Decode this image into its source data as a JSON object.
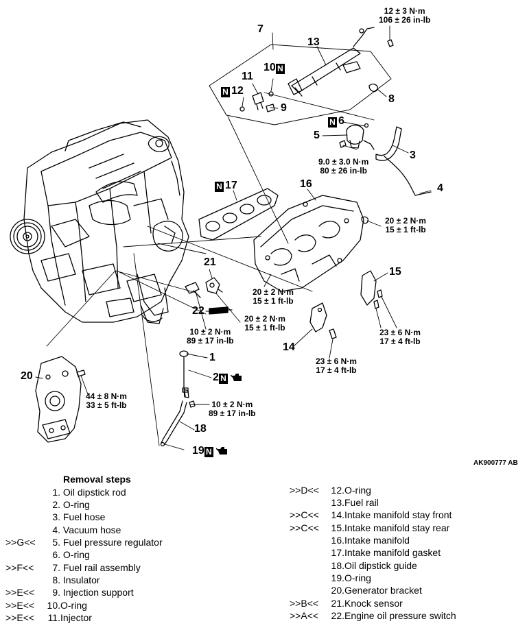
{
  "callouts": {
    "c1": "1",
    "c2": "2",
    "c3": "3",
    "c4": "4",
    "c5": "5",
    "c6": "6",
    "c7": "7",
    "c8": "8",
    "c9": "9",
    "c10": "10",
    "c11": "11",
    "c12": "12",
    "c13": "13",
    "c14": "14",
    "c15": "15",
    "c16": "16",
    "c17": "17",
    "c18": "18",
    "c19": "19",
    "c20": "20",
    "c21": "21",
    "c22": "22",
    "n_mark": "N"
  },
  "torques": {
    "t_top": [
      "12 ± 3 N·m",
      "106 ± 26 in-lb"
    ],
    "t_reg": [
      "9.0 ± 3.0 N·m",
      "80 ± 26 in-lb"
    ],
    "t_manifold_right": [
      "20 ± 2 N·m",
      "15 ± 1 ft-lb"
    ],
    "t_manifold_mid": [
      "20 ± 2 N·m",
      "15 ± 1 ft-lb"
    ],
    "t_knock": [
      "20 ± 2 N·m",
      "15 ± 1 ft-lb"
    ],
    "t_switch": [
      "10 ± 2 N·m",
      "89 ± 17 in-lb"
    ],
    "t_stay_rear": [
      "23 ± 6 N·m",
      "17 ± 4 ft-lb"
    ],
    "t_stay_front": [
      "23 ± 6 N·m",
      "17 ± 4 ft-lb"
    ],
    "t_bracket": [
      "44 ± 8 N·m",
      "33 ± 5 ft-lb"
    ],
    "t_guide": [
      "10 ± 2 N·m",
      "89 ± 17 in-lb"
    ]
  },
  "reference_code": "AK900777 AB",
  "removal_steps": {
    "title": "Removal steps",
    "left": [
      {
        "tag": "",
        "num": "1.",
        "name": "Oil dipstick rod"
      },
      {
        "tag": "",
        "num": "2.",
        "name": "O-ring"
      },
      {
        "tag": "",
        "num": "3.",
        "name": "Fuel hose"
      },
      {
        "tag": "",
        "num": "4.",
        "name": "Vacuum hose"
      },
      {
        "tag": ">>G<<",
        "num": "5.",
        "name": "Fuel pressure regulator"
      },
      {
        "tag": "",
        "num": "6.",
        "name": "O-ring"
      },
      {
        "tag": ">>F<<",
        "num": "7.",
        "name": "Fuel rail assembly"
      },
      {
        "tag": "",
        "num": "8.",
        "name": "Insulator"
      },
      {
        "tag": ">>E<<",
        "num": "9.",
        "name": "Injection support"
      },
      {
        "tag": ">>E<<",
        "num": "10.",
        "name": "O-ring"
      },
      {
        "tag": ">>E<<",
        "num": "11.",
        "name": "Injector"
      }
    ],
    "right": [
      {
        "tag": ">>D<<",
        "num": "12.",
        "name": "O-ring"
      },
      {
        "tag": "",
        "num": "13.",
        "name": "Fuel rail"
      },
      {
        "tag": ">>C<<",
        "num": "14.",
        "name": "Intake manifold stay front"
      },
      {
        "tag": ">>C<<",
        "num": "15.",
        "name": "Intake manifold stay rear"
      },
      {
        "tag": "",
        "num": "16.",
        "name": "Intake manifold"
      },
      {
        "tag": "",
        "num": "17.",
        "name": "Intake manifold gasket"
      },
      {
        "tag": "",
        "num": "18.",
        "name": "Oil dipstick guide"
      },
      {
        "tag": "",
        "num": "19.",
        "name": "O-ring"
      },
      {
        "tag": "",
        "num": "20.",
        "name": "Generator bracket"
      },
      {
        "tag": ">>B<<",
        "num": "21.",
        "name": "Knock sensor"
      },
      {
        "tag": ">>A<<",
        "num": "22.",
        "name": "Engine oil pressure switch"
      }
    ]
  }
}
